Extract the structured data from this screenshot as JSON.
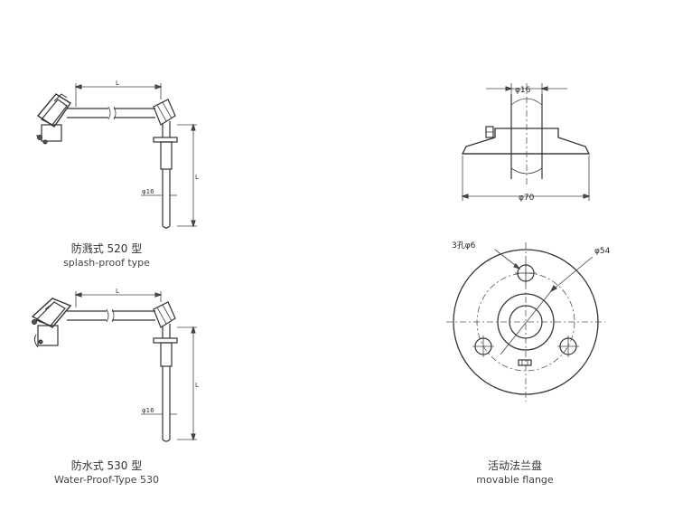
{
  "captions": {
    "splash_cn": "防溅式 520 型",
    "splash_en": "splash-proof type",
    "water_cn": "防水式 530 型",
    "water_en": "Water-Proof-Type 530",
    "flange_cn": "活动法兰盘",
    "flange_en": "movable flange"
  },
  "dims": {
    "length_label": "L",
    "length_label_2": "L",
    "length_label_3": "L",
    "length_label_4": "L",
    "phi16_small": "φ16",
    "phi16_small_2": "φ16",
    "flange_phi16": "φ16",
    "flange_phi70": "φ70",
    "holes_label": "3孔φ6",
    "phi54": "φ54"
  }
}
